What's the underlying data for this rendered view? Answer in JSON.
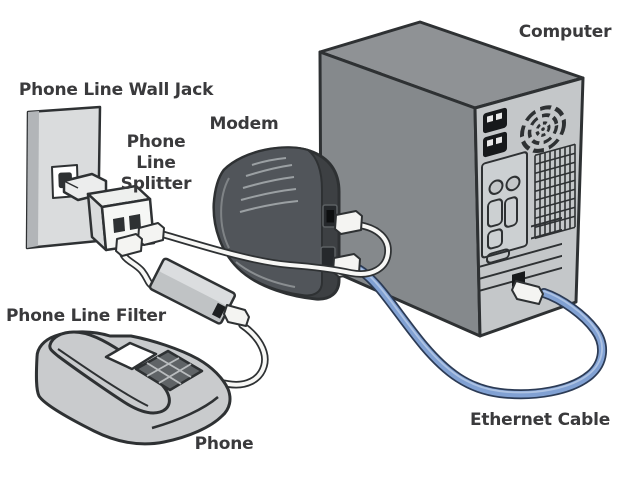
{
  "page": {
    "background": "#ffffff",
    "kind": "hardware-connection-diagram"
  },
  "diagram": {
    "labels": {
      "wall_jack": "Phone Line Wall Jack",
      "splitter": "Phone Line\nSplitter",
      "modem": "Modem",
      "computer": "Computer",
      "filter": "Phone Line Filter",
      "phone": "Phone",
      "ethernet_cable": "Ethernet Cable"
    },
    "components": [
      {
        "id": "wall-jack",
        "label": "Phone Line Wall Jack"
      },
      {
        "id": "splitter",
        "label": "Phone Line Splitter"
      },
      {
        "id": "modem",
        "label": "Modem"
      },
      {
        "id": "computer",
        "label": "Computer"
      },
      {
        "id": "filter",
        "label": "Phone Line Filter"
      },
      {
        "id": "phone",
        "label": "Phone"
      },
      {
        "id": "ethernet-cable",
        "label": "Ethernet Cable"
      }
    ],
    "connections": [
      "Phone Line Wall Jack → Phone Line Splitter",
      "Phone Line Splitter → Modem (white phone cable)",
      "Phone Line Splitter → Phone Line Filter → Phone (white phone cable)",
      "Modem → Computer (blue Ethernet cable)"
    ],
    "colors": {
      "outline": "#2e3133",
      "label_text": "#3a3a3c",
      "device_dark": "#4f5356",
      "device_light": "#c9cbcd",
      "panel_light": "#c4c7c9",
      "phone_cable": "#f7f7f5",
      "ethernet_cable": "#81a1d3"
    }
  }
}
